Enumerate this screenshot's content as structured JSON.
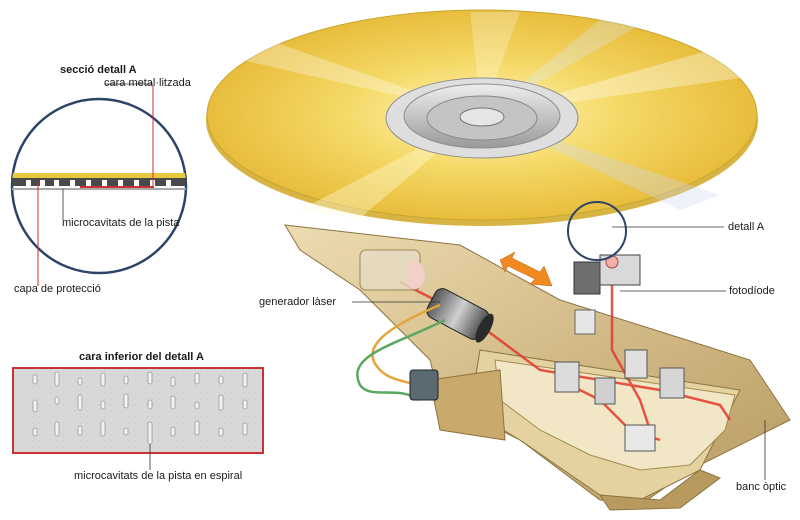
{
  "detail_section": {
    "title": "secció detall A",
    "metal_face_label": "cara metal·litzada",
    "track_pits_label": "microcavitats de la pista",
    "protection_label": "capa de protecció"
  },
  "underside": {
    "title": "cara inferior del detall A",
    "spiral_pits_label": "microcavitats de la pista en espiral"
  },
  "device_labels": {
    "detail_a": "detall A",
    "photodiode": "fotodíode",
    "laser_generator": "generador làser",
    "optical_bench": "banc òptic"
  },
  "colors": {
    "disc_gold": "#f2cf52",
    "bench_tan": "#d8c08a",
    "laser_red": "#e23a2a",
    "frame_red": "#c83232",
    "circle_blue": "#2c4468",
    "arrow_orange": "#f08a20"
  }
}
